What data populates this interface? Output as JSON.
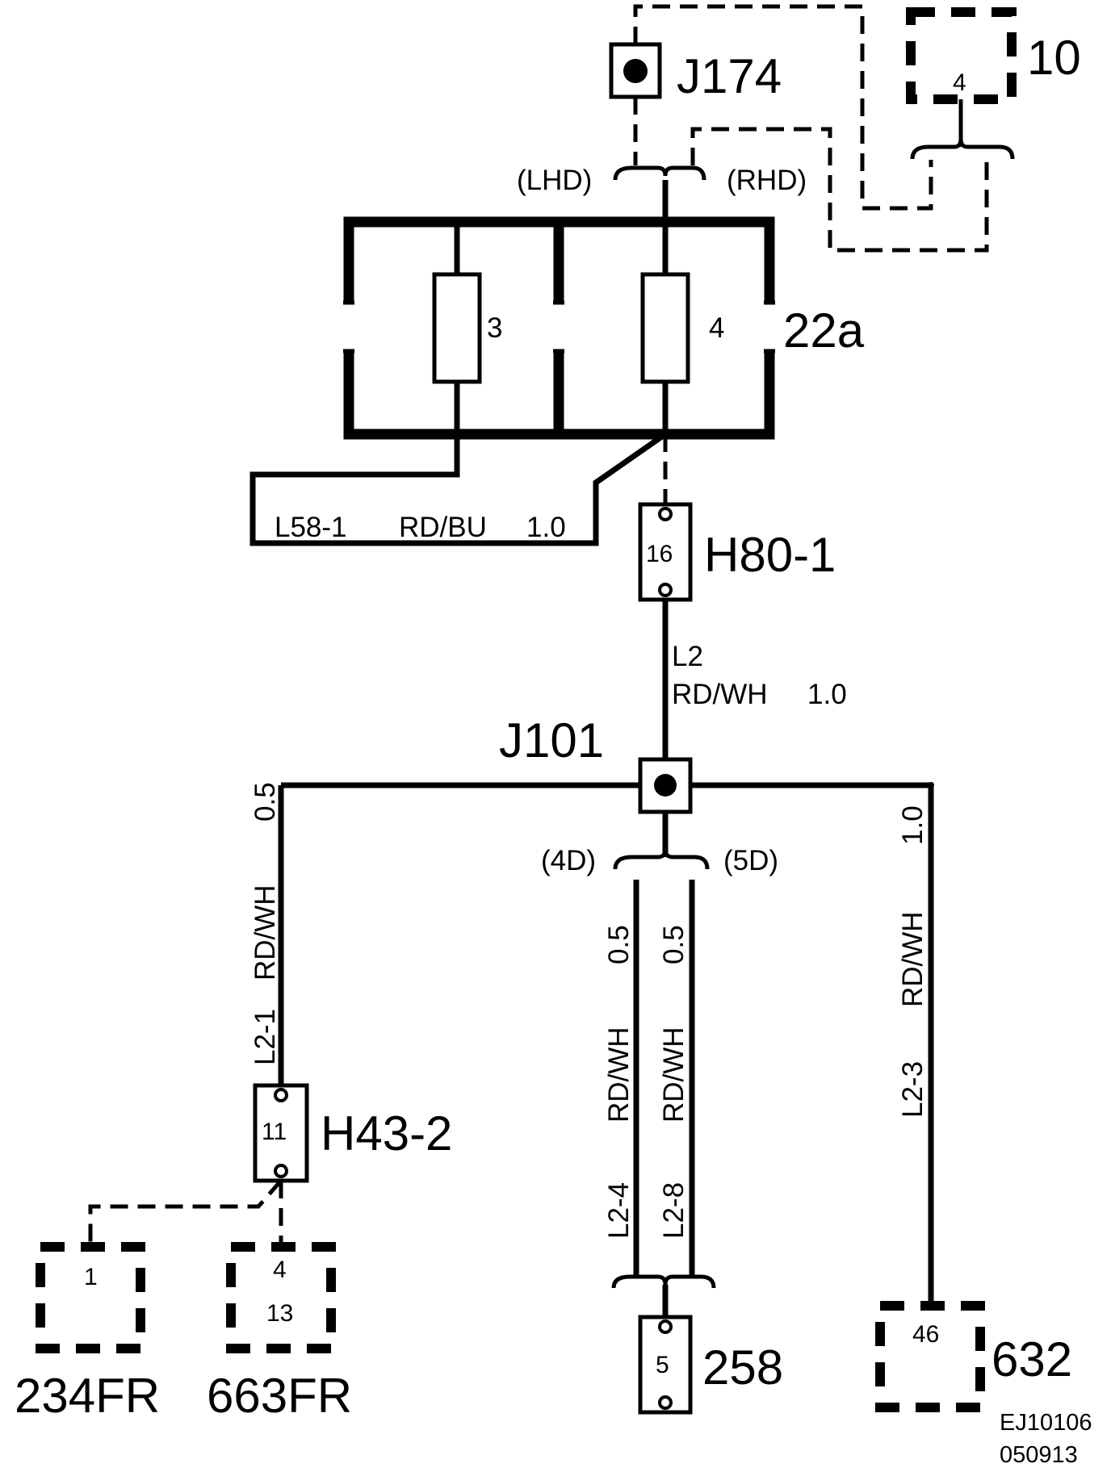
{
  "components": {
    "j174": "J174",
    "c10": {
      "label": "10",
      "pin": "4"
    },
    "fusebox": {
      "label": "22a",
      "fuse_left": "3",
      "fuse_right": "4"
    },
    "h80": {
      "label": "H80-1",
      "pin": "16"
    },
    "j101": "J101",
    "h43": {
      "label": "H43-2",
      "pin": "11"
    },
    "c234": {
      "label": "234FR",
      "pin": "1"
    },
    "c663": {
      "label": "663FR",
      "pin_top": "4",
      "pin_bottom": "13"
    },
    "c258": {
      "label": "258",
      "pin": "5"
    },
    "c632": {
      "label": "632",
      "pin": "46"
    }
  },
  "variants": {
    "lhd": "(LHD)",
    "rhd": "(RHD)",
    "d4": "(4D)",
    "d5": "(5D)"
  },
  "wires": {
    "l58": {
      "id": "L58-1",
      "color": "RD/BU",
      "size": "1.0"
    },
    "l2": {
      "id": "L2",
      "color": "RD/WH",
      "size": "1.0"
    },
    "l2_1": {
      "id": "L2-1",
      "color": "RD/WH",
      "size": "0.5"
    },
    "l2_4": {
      "id": "L2-4",
      "color": "RD/WH",
      "size": "0.5"
    },
    "l2_8": {
      "id": "L2-8",
      "color": "RD/WH",
      "size": "0.5"
    },
    "l2_3": {
      "id": "L2-3",
      "color": "RD/WH",
      "size": "1.0"
    }
  },
  "footer": {
    "drawing_id": "EJ10106",
    "date_code": "050913"
  }
}
